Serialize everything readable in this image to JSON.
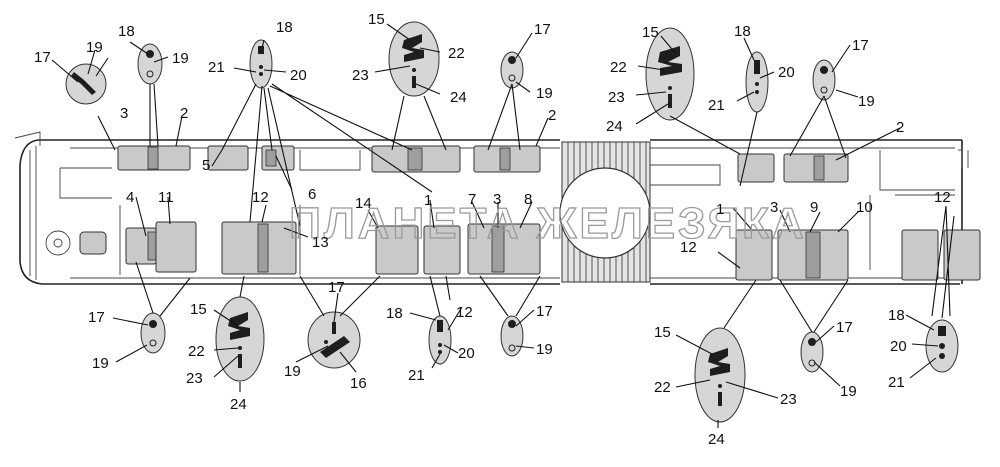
{
  "watermark": "ПЛАНЕТА ЖЕЛЕЗЯКА",
  "callouts": [
    "1",
    "2",
    "3",
    "4",
    "5",
    "6",
    "7",
    "8",
    "9",
    "10",
    "11",
    "12",
    "13",
    "14",
    "15",
    "16",
    "17",
    "18",
    "19",
    "20",
    "21",
    "22",
    "23",
    "24"
  ]
}
